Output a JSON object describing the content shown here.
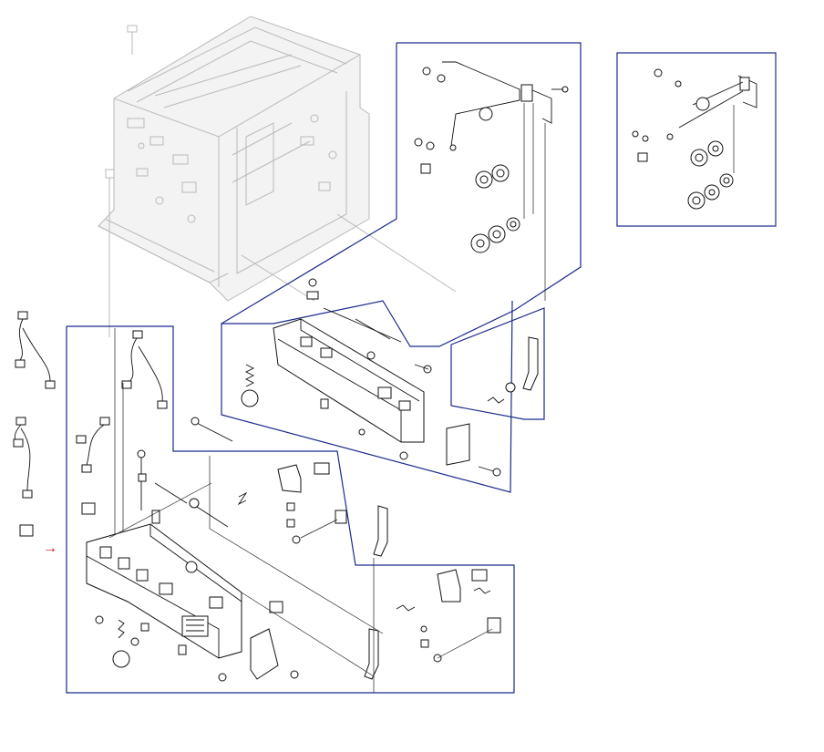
{
  "colors": {
    "frame": "#1a2a8c",
    "ghost_chassis": "#b9b9b9",
    "parts": "#111111",
    "pointer": "#cc1111"
  },
  "pointer": {
    "glyph": "→",
    "icon": "arrow-right-icon"
  },
  "regions": [
    {
      "id": "main-assembly",
      "description_visible": false
    },
    {
      "id": "drive-assembly-upper",
      "description_visible": false
    },
    {
      "id": "drive-assembly-variant",
      "description_visible": false
    },
    {
      "id": "lever-assembly",
      "description_visible": false
    },
    {
      "id": "sensor-bracket-assembly",
      "description_visible": false
    }
  ]
}
